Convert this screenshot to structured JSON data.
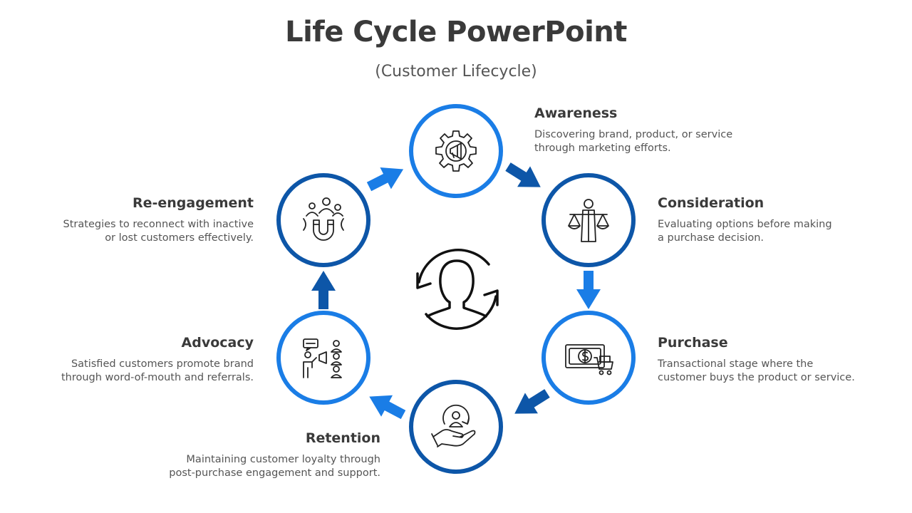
{
  "title": "Life Cycle PowerPoint",
  "subtitle": "(Customer Lifecycle)",
  "colors": {
    "blue_light": "#1a7de6",
    "blue_dark": "#0d56a8",
    "icon": "#222222"
  },
  "center_icon": "customer-cycle-icon",
  "stages": [
    {
      "name": "Awareness",
      "description": "Discovering brand, product, or service\nthrough marketing efforts.",
      "icon": "gear-megaphone-icon"
    },
    {
      "name": "Consideration",
      "description": "Evaluating options before making\na purchase decision.",
      "icon": "person-scales-icon"
    },
    {
      "name": "Purchase",
      "description": "Transactional  stage where the\ncustomer buys the product or service.",
      "icon": "money-cart-icon"
    },
    {
      "name": "Retention",
      "description": "Maintaining customer loyalty through\npost-purchase engagement and support.",
      "icon": "hand-person-cycle-icon"
    },
    {
      "name": "Advocacy",
      "description": "Satisfied customers promote brand\nthrough word-of-mouth  and referrals.",
      "icon": "speaker-audience-icon"
    },
    {
      "name": "Re-engagement",
      "description": "Strategies to reconnect with inactive\nor lost customers effectively.",
      "icon": "magnet-people-icon"
    }
  ]
}
